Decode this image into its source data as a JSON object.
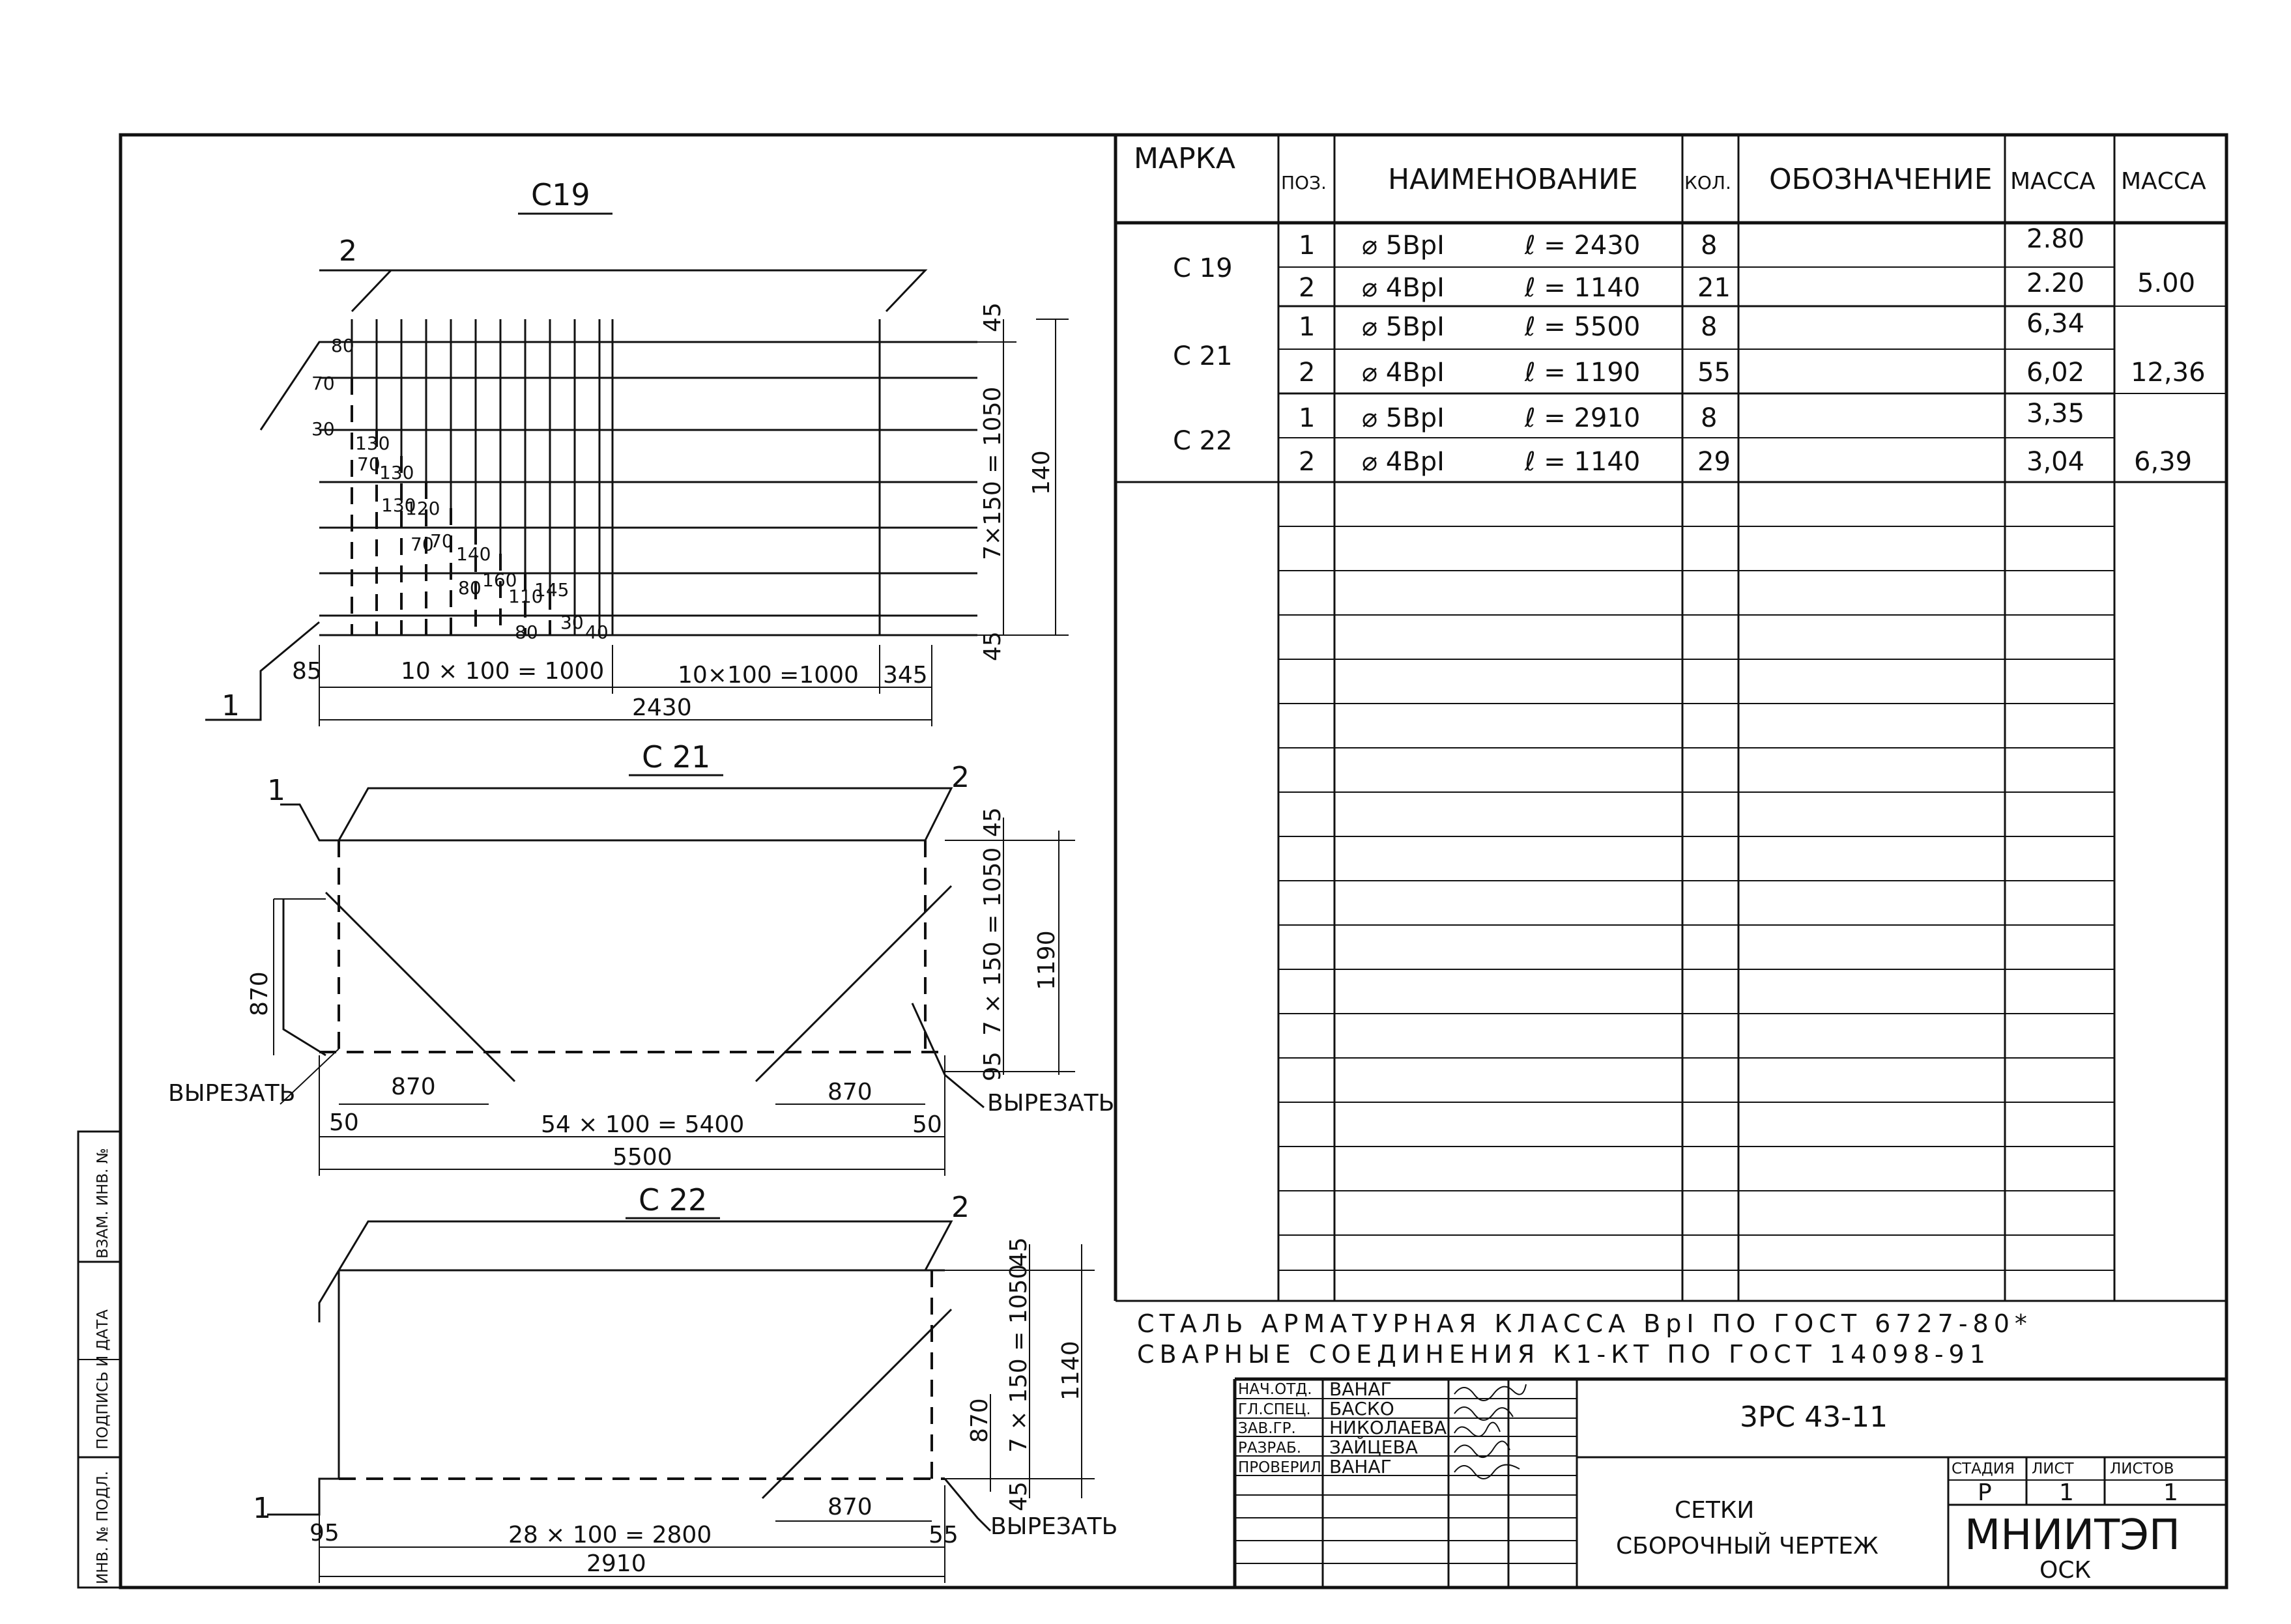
{
  "drawings": {
    "c19": {
      "title": "С19",
      "pos_rod": "1",
      "pos_wire": "2",
      "dims": {
        "spacing_left": "10 × 100 = 1000",
        "spacing_right": "10×100 =1000",
        "edge_left": "85",
        "edge_right": "345",
        "overall": "2430",
        "vertical_chain": "7×150 = 1050",
        "vertical_total": "140",
        "top_edge": "45",
        "bottom_edge": "45"
      },
      "cut_dims": [
        "80",
        "70",
        "30",
        "130",
        "70",
        "130",
        "130",
        "120",
        "70",
        "70",
        "140",
        "80",
        "160",
        "110",
        "145",
        "80",
        "30",
        "40"
      ]
    },
    "c21": {
      "title": "С 21",
      "pos_rod": "1",
      "pos_wire": "2",
      "cut_label_left": "ВЫРЕЗАТЬ",
      "cut_label_right": "ВЫРЕЗАТЬ",
      "dims": {
        "cut_height": "870",
        "cut_width_left": "870",
        "cut_width_right": "870",
        "edge_left": "50",
        "edge_right": "50",
        "spacing": "54 × 100 = 5400",
        "overall": "5500",
        "vertical_chain": "7 × 150 = 1050",
        "vertical_total": "1190",
        "top_edge": "45",
        "bottom_edge": "95"
      }
    },
    "c22": {
      "title": "С 22",
      "pos_rod": "1",
      "pos_wire": "2",
      "cut_label": "ВЫРЕЗАТЬ",
      "dims": {
        "cut_height": "870",
        "cut_width": "870",
        "edge_left": "95",
        "edge_right": "55",
        "spacing": "28 × 100 = 2800",
        "overall": "2910",
        "vertical_chain": "7 × 150 = 1050",
        "vertical_total": "1140",
        "top_edge": "45",
        "bottom_edge": "45"
      }
    }
  },
  "spec_table": {
    "headers": [
      "МАРКА",
      "ПОЗ.",
      "НАИМЕНОВАНИЕ",
      "КОЛ.",
      "ОБОЗНАЧЕНИЕ",
      "МАССА",
      "МАССА"
    ],
    "groups": [
      {
        "mark": "С 19",
        "total_mass": "5.00",
        "rows": [
          {
            "pos": "1",
            "name": "⌀ 5ВрI",
            "length": "ℓ = 2430",
            "qty": "8",
            "mass": "2.80"
          },
          {
            "pos": "2",
            "name": "⌀ 4ВрI",
            "length": "ℓ = 1140",
            "qty": "21",
            "mass": "2.20"
          }
        ]
      },
      {
        "mark": "С 21",
        "total_mass": "12,36",
        "rows": [
          {
            "pos": "1",
            "name": "⌀ 5ВрI",
            "length": "ℓ = 5500",
            "qty": "8",
            "mass": "6,34"
          },
          {
            "pos": "2",
            "name": "⌀ 4ВрI",
            "length": "ℓ = 1190",
            "qty": "55",
            "mass": "6,02"
          }
        ]
      },
      {
        "mark": "С 22",
        "total_mass": "6,39",
        "rows": [
          {
            "pos": "1",
            "name": "⌀ 5ВрI",
            "length": "ℓ = 2910",
            "qty": "8",
            "mass": "3,35"
          },
          {
            "pos": "2",
            "name": "⌀ 4ВрI",
            "length": "ℓ = 1140",
            "qty": "29",
            "mass": "3,04"
          }
        ]
      }
    ]
  },
  "notes": [
    "СТАЛЬ  АРМАТУРНАЯ  КЛАССА  ВрI  ПО  ГОСТ 6727-80*",
    "СВАРНЫЕ   СОЕДИНЕНИЯ   К1-КТ   ПО ГОСТ 14098-91"
  ],
  "title_block": {
    "roles": [
      "НАЧ.ОТД.",
      "ГЛ.СПЕЦ.",
      "ЗАВ.ГР.",
      "РАЗРАБ.",
      "ПРОВЕРИЛ"
    ],
    "names": [
      "ВАНАГ",
      "БАСКО",
      "НИКОЛАЕВА",
      "ЗАЙЦЕВА",
      "ВАНАГ"
    ],
    "doc_code": "3РС 43-11",
    "sheet_title_1": "СЕТКИ",
    "sheet_title_2": "СБОРОЧНЫЙ ЧЕРТЕЖ",
    "stage_label": "СТАДИЯ",
    "sheet_label": "ЛИСТ",
    "sheets_label": "ЛИСТОВ",
    "stage": "Р",
    "sheet": "1",
    "sheets": "1",
    "org": "МНИИТЭП",
    "org_sub": "ОСК"
  },
  "side_stamp": {
    "labels": [
      "ИНВ. № ПОДЛ.",
      "ПОДПИСЬ И ДАТА",
      "ВЗАМ. ИНВ. №"
    ]
  }
}
